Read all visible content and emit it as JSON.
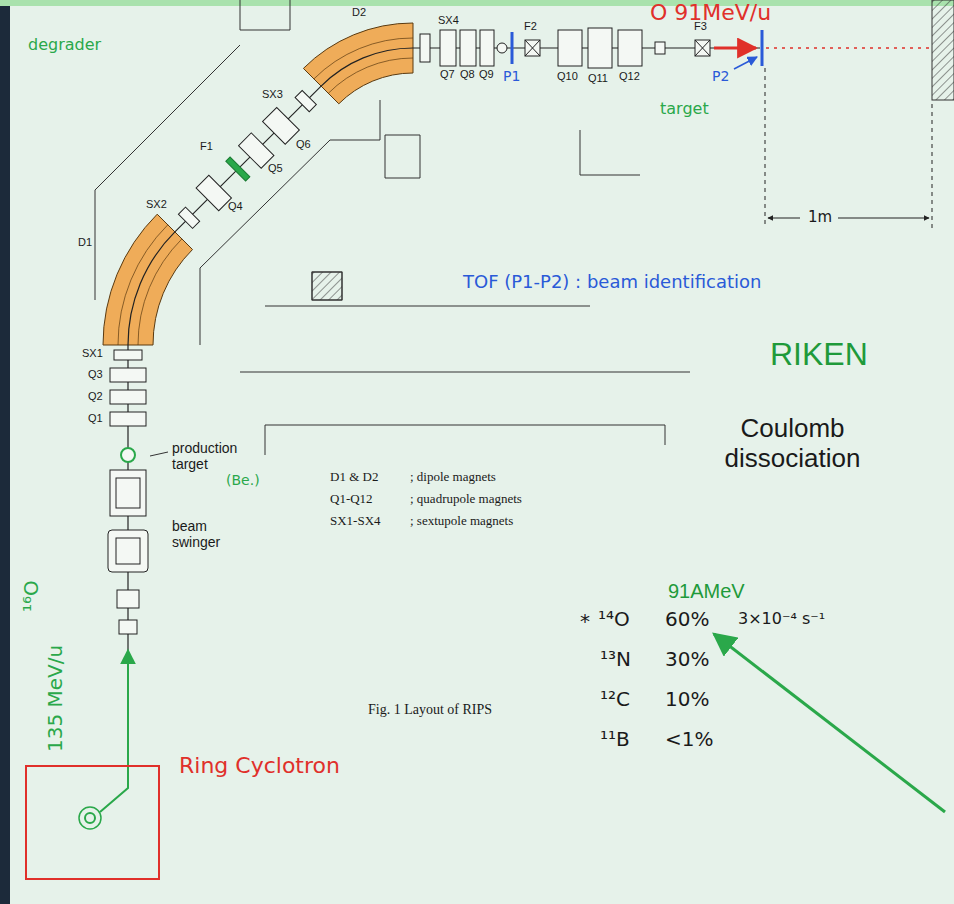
{
  "diagram": {
    "caption": "Fig. 1 Layout of RIPS",
    "nodes": [
      {
        "text": [
          "Ring Cyclotron"
        ]
      }
    ],
    "labels": [
      "O 91MeV/u",
      "D2",
      "SX4",
      "F2",
      "F3",
      "Q7",
      "Q8",
      "Q9",
      "P1",
      "Q10",
      "Q11",
      "Q12",
      "P2",
      "degrader",
      "target",
      "SX3",
      "Q6",
      "F1",
      "Q5",
      "Q4",
      "SX2",
      "D1",
      "1m",
      "TOF (P1-P2) : beam identification",
      "SX1",
      "Q3",
      "Q2",
      "Q1",
      "RIKEN",
      "Coulomb dissociation",
      "production target",
      "(Be.)",
      "D1 & D2",
      "; dipole magnets",
      "Q1-Q12",
      "; quadrupole magnets",
      "SX1-SX4",
      "; sextupole magnets",
      "beam swinger",
      "¹⁶O",
      "135 MeV/u",
      "91AMeV",
      "*",
      "¹⁴O",
      "60%",
      "3×10⁻⁴ s⁻¹",
      "¹³N",
      "30%",
      "¹²C",
      "10%",
      "¹¹B",
      "<1%"
    ]
  }
}
